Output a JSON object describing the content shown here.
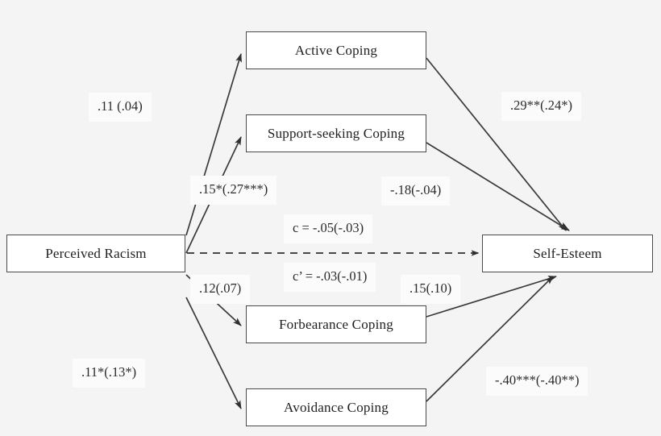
{
  "figure": {
    "type": "path-diagram",
    "background_color": "#f4f4f4",
    "box_fill": "#ffffff",
    "box_border_color": "#4a4a4a",
    "line_color": "#3a3a3a",
    "label_background": "#fbfbfb"
  },
  "nodes": {
    "predictor": {
      "label": "Perceived Racism"
    },
    "outcome": {
      "label": "Self-Esteem"
    },
    "mediators": [
      {
        "label": "Active Coping"
      },
      {
        "label": "Support-seeking Coping"
      },
      {
        "label": "Forbearance Coping"
      },
      {
        "label": "Avoidance Coping"
      }
    ]
  },
  "path_labels": {
    "a_active": ".11 (.04)",
    "a_support": ".15*(.27***)",
    "a_forbearance": ".12(.07)",
    "a_avoidance": ".11*(.13*)",
    "b_active": ".29**(.24*)",
    "b_support": "-.18(-.04)",
    "b_forbearance": ".15(.10)",
    "b_avoidance": "-.40***(-.40**)",
    "total_effect": "c = -.05(-.03)",
    "direct_effect": "c’ = -.03(-.01)"
  },
  "chart_data": {
    "type": "diagram",
    "title": "",
    "description": "Parallel multiple-mediator path model of Perceived Racism predicting Self-Esteem through four coping styles.",
    "paths": [
      {
        "from": "Perceived Racism",
        "to": "Active Coping",
        "label": ".11 (.04)",
        "style": "solid"
      },
      {
        "from": "Perceived Racism",
        "to": "Support-seeking Coping",
        "label": ".15*(.27***)",
        "style": "solid"
      },
      {
        "from": "Perceived Racism",
        "to": "Forbearance Coping",
        "label": ".12(.07)",
        "style": "solid"
      },
      {
        "from": "Perceived Racism",
        "to": "Avoidance Coping",
        "label": ".11*(.13*)",
        "style": "solid"
      },
      {
        "from": "Active Coping",
        "to": "Self-Esteem",
        "label": ".29**(.24*)",
        "style": "solid"
      },
      {
        "from": "Support-seeking Coping",
        "to": "Self-Esteem",
        "label": "-.18(-.04)",
        "style": "solid"
      },
      {
        "from": "Forbearance Coping",
        "to": "Self-Esteem",
        "label": ".15(.10)",
        "style": "solid"
      },
      {
        "from": "Avoidance Coping",
        "to": "Self-Esteem",
        "label": "-.40***(-.40**)",
        "style": "solid"
      },
      {
        "from": "Perceived Racism",
        "to": "Self-Esteem",
        "label": "c = -.05(-.03)",
        "style": "dashed"
      },
      {
        "from": "Perceived Racism",
        "to": "Self-Esteem",
        "label": "c’ = -.03(-.01)",
        "style": "dashed"
      }
    ]
  }
}
